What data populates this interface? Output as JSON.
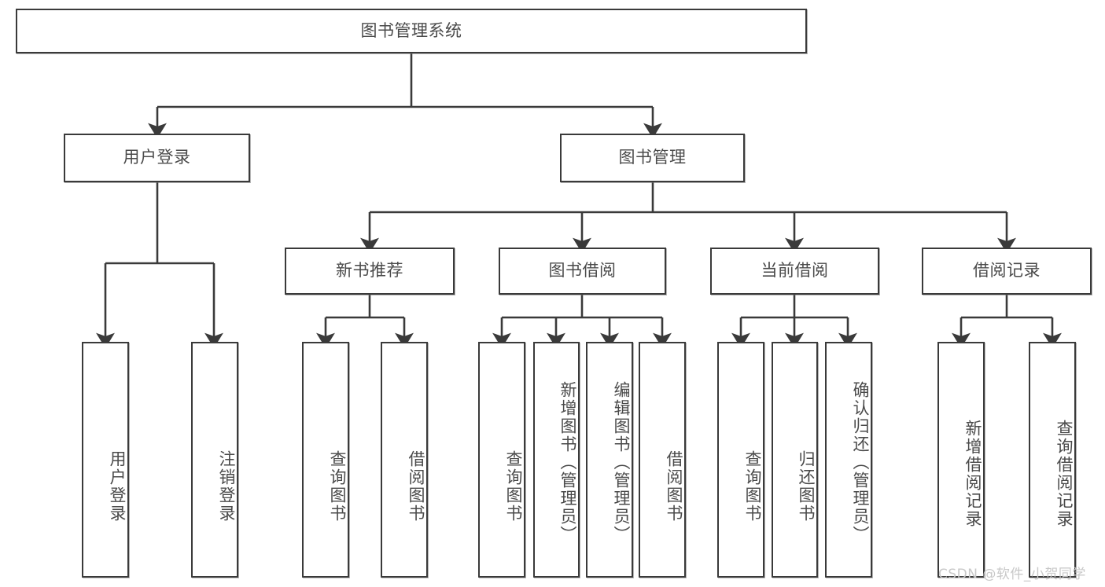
{
  "diagram": {
    "title": "图书管理系统",
    "type": "tree-hierarchy",
    "levels": [
      {
        "level": 1,
        "nodes": [
          {
            "id": "root",
            "label": "图书管理系统",
            "orientation": "horizontal"
          }
        ]
      },
      {
        "level": 2,
        "nodes": [
          {
            "id": "user-login",
            "label": "用户登录",
            "orientation": "horizontal",
            "parent": "root"
          },
          {
            "id": "book-manage",
            "label": "图书管理",
            "orientation": "horizontal",
            "parent": "root"
          }
        ]
      },
      {
        "level": 3,
        "nodes": [
          {
            "id": "new-book-rec",
            "label": "新书推荐",
            "orientation": "horizontal",
            "parent": "book-manage"
          },
          {
            "id": "book-borrow",
            "label": "图书借阅",
            "orientation": "horizontal",
            "parent": "book-manage"
          },
          {
            "id": "current-borrow",
            "label": "当前借阅",
            "orientation": "horizontal",
            "parent": "book-manage"
          },
          {
            "id": "borrow-record",
            "label": "借阅记录",
            "orientation": "horizontal",
            "parent": "book-manage"
          }
        ]
      },
      {
        "level": 4,
        "nodes": [
          {
            "id": "leaf-user-login",
            "label": "用户登录",
            "orientation": "vertical",
            "parent": "user-login"
          },
          {
            "id": "leaf-user-logout",
            "label": "注销登录",
            "orientation": "vertical",
            "parent": "user-login"
          },
          {
            "id": "leaf-query-book-1",
            "label": "查询图书",
            "orientation": "vertical",
            "parent": "new-book-rec"
          },
          {
            "id": "leaf-borrow-book-1",
            "label": "借阅图书",
            "orientation": "vertical",
            "parent": "new-book-rec"
          },
          {
            "id": "leaf-query-book-2",
            "label": "查询图书",
            "orientation": "vertical",
            "parent": "book-borrow"
          },
          {
            "id": "leaf-add-book",
            "label": "新增图书（管理员）",
            "orientation": "vertical",
            "parent": "book-borrow"
          },
          {
            "id": "leaf-edit-book",
            "label": "编辑图书（管理员）",
            "orientation": "vertical",
            "parent": "book-borrow"
          },
          {
            "id": "leaf-borrow-book-2",
            "label": "借阅图书",
            "orientation": "vertical",
            "parent": "book-borrow"
          },
          {
            "id": "leaf-query-book-3",
            "label": "查询图书",
            "orientation": "vertical",
            "parent": "current-borrow"
          },
          {
            "id": "leaf-return-book",
            "label": "归还图书",
            "orientation": "vertical",
            "parent": "current-borrow"
          },
          {
            "id": "leaf-confirm-return",
            "label": "确认归还（管理员）",
            "orientation": "vertical",
            "parent": "current-borrow"
          },
          {
            "id": "leaf-add-record",
            "label": "新增借阅记录",
            "orientation": "vertical",
            "parent": "borrow-record"
          },
          {
            "id": "leaf-query-record",
            "label": "查询借阅记录",
            "orientation": "vertical",
            "parent": "borrow-record"
          }
        ]
      }
    ],
    "colors": {
      "border": "#3a3a3a",
      "text": "#4a4a4a",
      "background": "#ffffff",
      "connector": "#3a3a3a",
      "watermark": "#c8c8c8"
    }
  },
  "watermark": {
    "text": "CSDN @软件_小贺同学"
  }
}
